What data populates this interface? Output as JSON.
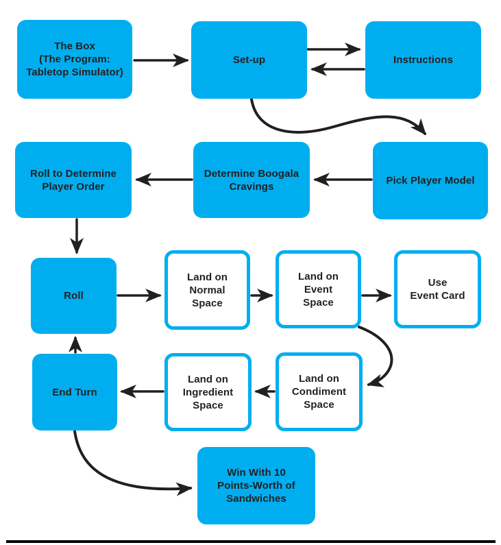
{
  "diagram": {
    "type": "flowchart",
    "colors": {
      "node_fill": "#00AEEF",
      "node_outline_border": "#00AEEF",
      "arrow": "#231f20",
      "text": "#231f20",
      "bottom_rule": "#000000"
    },
    "nodes": [
      {
        "id": "the-box",
        "label": "The Box\n(The Program:\nTabletop Simulator)",
        "variant": "solid"
      },
      {
        "id": "set-up",
        "label": "Set-up",
        "variant": "solid"
      },
      {
        "id": "instructions",
        "label": "Instructions",
        "variant": "solid"
      },
      {
        "id": "roll-to-determine-order",
        "label": "Roll to Determine\nPlayer Order",
        "variant": "solid"
      },
      {
        "id": "determine-boogala",
        "label": "Determine Boogala\nCravings",
        "variant": "solid"
      },
      {
        "id": "pick-player-model",
        "label": "Pick Player Model",
        "variant": "solid"
      },
      {
        "id": "roll",
        "label": "Roll",
        "variant": "solid"
      },
      {
        "id": "land-on-normal-space",
        "label": "Land on\nNormal\nSpace",
        "variant": "outline"
      },
      {
        "id": "land-on-event-space",
        "label": "Land on\nEvent\nSpace",
        "variant": "outline"
      },
      {
        "id": "use-event-card",
        "label": "Use\nEvent Card",
        "variant": "outline"
      },
      {
        "id": "end-turn",
        "label": "End Turn",
        "variant": "solid"
      },
      {
        "id": "land-on-ingredient-space",
        "label": "Land on\nIngredient\nSpace",
        "variant": "outline"
      },
      {
        "id": "land-on-condiment-space",
        "label": "Land on\nCondiment\nSpace",
        "variant": "outline"
      },
      {
        "id": "win-sandwiches",
        "label": "Win With 10\nPoints-Worth of\nSandwiches",
        "variant": "solid"
      }
    ],
    "edges": [
      {
        "from": "the-box",
        "to": "set-up",
        "style": "straight"
      },
      {
        "from": "set-up",
        "to": "instructions",
        "style": "straight"
      },
      {
        "from": "instructions",
        "to": "set-up",
        "style": "straight"
      },
      {
        "from": "set-up",
        "to": "pick-player-model",
        "style": "curved"
      },
      {
        "from": "pick-player-model",
        "to": "determine-boogala",
        "style": "straight"
      },
      {
        "from": "determine-boogala",
        "to": "roll-to-determine-order",
        "style": "straight"
      },
      {
        "from": "roll-to-determine-order",
        "to": "roll",
        "style": "straight"
      },
      {
        "from": "roll",
        "to": "land-on-normal-space",
        "style": "straight"
      },
      {
        "from": "land-on-normal-space",
        "to": "land-on-event-space",
        "style": "straight"
      },
      {
        "from": "land-on-event-space",
        "to": "use-event-card",
        "style": "straight"
      },
      {
        "from": "land-on-event-space",
        "to": "land-on-condiment-space",
        "style": "curved"
      },
      {
        "from": "land-on-condiment-space",
        "to": "land-on-ingredient-space",
        "style": "straight"
      },
      {
        "from": "land-on-ingredient-space",
        "to": "end-turn",
        "style": "straight"
      },
      {
        "from": "end-turn",
        "to": "roll",
        "style": "straight"
      },
      {
        "from": "end-turn",
        "to": "win-sandwiches",
        "style": "curved"
      }
    ]
  }
}
